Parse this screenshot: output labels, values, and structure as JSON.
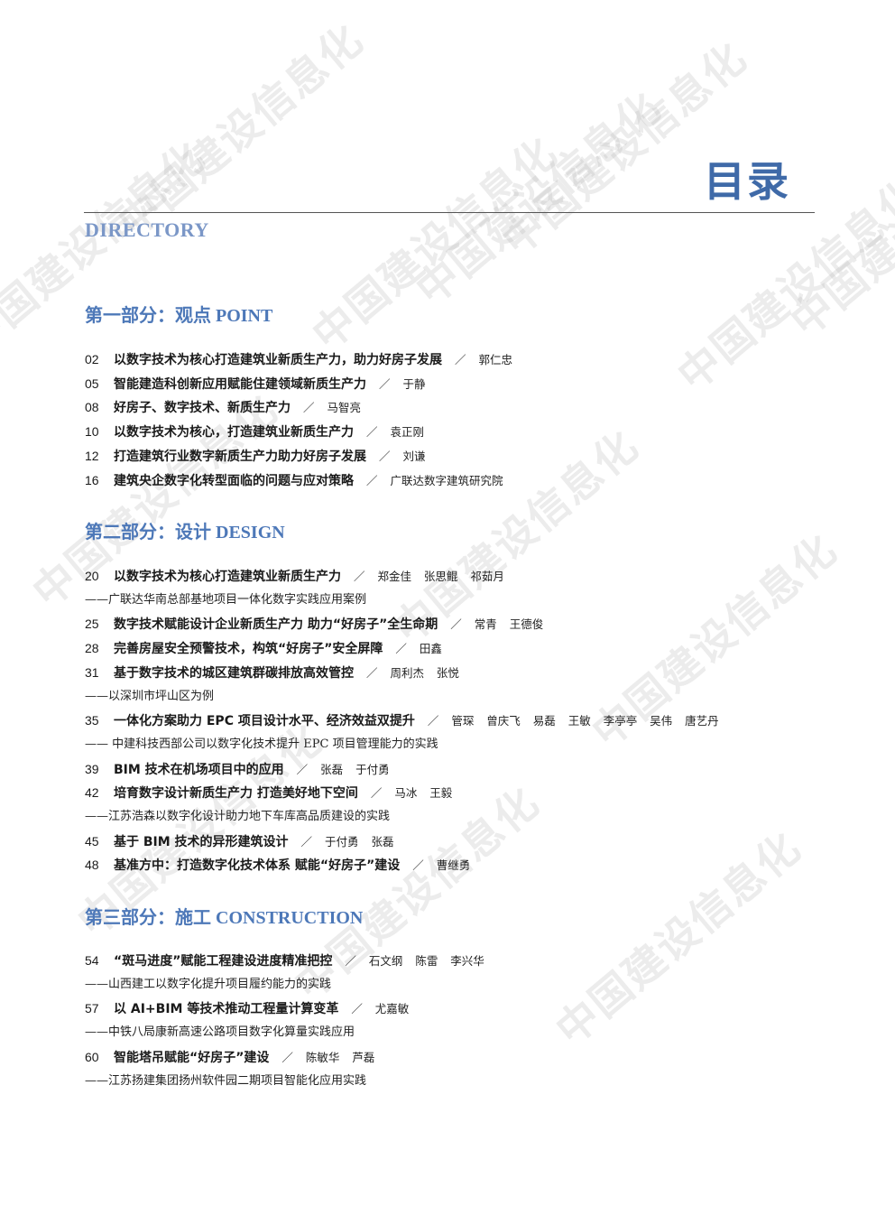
{
  "title": "目录",
  "subtitle": "DIRECTORY",
  "watermark": "中国建设信息化",
  "colors": {
    "accent": "#3f6aa8",
    "section": "#4d78b8",
    "directory": "#7b97c7"
  },
  "sections": [
    {
      "heading": "第一部分：观点  POINT",
      "entries": [
        {
          "page": "02",
          "title": "以数字技术为核心打造建筑业新质生产力，助力好房子发展",
          "authors": "郭仁忠"
        },
        {
          "page": "05",
          "title": "智能建造科创新应用赋能住建领域新质生产力",
          "authors": "于静"
        },
        {
          "page": "08",
          "title": "好房子、数字技术、新质生产力",
          "authors": "马智亮"
        },
        {
          "page": "10",
          "title": "以数字技术为核心，打造建筑业新质生产力",
          "authors": "袁正刚"
        },
        {
          "page": "12",
          "title": "打造建筑行业数字新质生产力助力好房子发展",
          "authors": "刘谦"
        },
        {
          "page": "16",
          "title": "建筑央企数字化转型面临的问题与应对策略",
          "authors": "广联达数字建筑研究院"
        }
      ]
    },
    {
      "heading": "第二部分：设计  DESIGN",
      "entries": [
        {
          "page": "20",
          "title": "以数字技术为核心打造建筑业新质生产力",
          "authors": "郑金佳 张思鲲 祁茹月",
          "sub": "——广联达华南总部基地项目一体化数字实践应用案例"
        },
        {
          "page": "25",
          "title": "数字技术赋能设计企业新质生产力 助力“好房子”全生命期",
          "authors": "常青 王德俊"
        },
        {
          "page": "28",
          "title": "完善房屋安全预警技术，构筑“好房子”安全屏障",
          "authors": "田鑫"
        },
        {
          "page": "31",
          "title": "基于数字技术的城区建筑群碳排放高效管控",
          "authors": "周利杰 张悦",
          "sub": "——以深圳市坪山区为例"
        },
        {
          "page": "35",
          "title": "一体化方案助力 EPC 项目设计水平、经济效益双提升",
          "authors": "管琛 曾庆飞 易磊 王敏 李亭亭 吴伟 唐艺丹",
          "sub": "—— 中建科技西部公司以数字化技术提升 EPC 项目管理能力的实践"
        },
        {
          "page": "39",
          "title": "BIM 技术在机场项目中的应用",
          "authors": "张磊 于付勇"
        },
        {
          "page": "42",
          "title": "培育数字设计新质生产力 打造美好地下空间",
          "authors": "马冰 王毅",
          "sub": "——江苏浩森以数字化设计助力地下车库高品质建设的实践"
        },
        {
          "page": "45",
          "title": "基于 BIM 技术的异形建筑设计",
          "authors": "于付勇 张磊"
        },
        {
          "page": "48",
          "title": "基准方中：打造数字化技术体系 赋能“好房子”建设",
          "authors": "曹继勇"
        }
      ]
    },
    {
      "heading": "第三部分：施工 CONSTRUCTION",
      "entries": [
        {
          "page": "54",
          "title": "“斑马进度”赋能工程建设进度精准把控",
          "authors": "石文纲 陈雷 李兴华",
          "sub": "——山西建工以数字化提升项目履约能力的实践"
        },
        {
          "page": "57",
          "title": "以 AI+BIM 等技术推动工程量计算变革",
          "authors": "尤嘉敏",
          "sub": "——中铁八局康新高速公路项目数字化算量实践应用"
        },
        {
          "page": "60",
          "title": "智能塔吊赋能“好房子”建设",
          "authors": "陈敏华 芦磊",
          "sub": "——江苏扬建集团扬州软件园二期项目智能化应用实践"
        }
      ]
    }
  ]
}
